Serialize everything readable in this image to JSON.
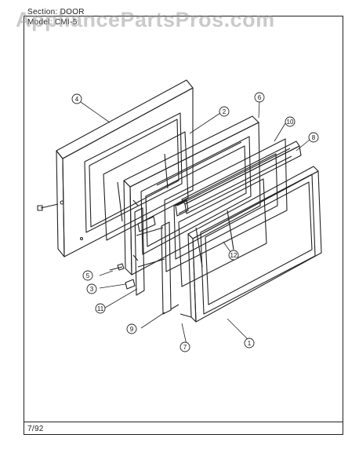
{
  "header": {
    "section": "Section:  DOOR",
    "model": "Model:  CMI-5"
  },
  "watermark": "AppliancePartsPros.com",
  "footer": {
    "page_code": "7/92"
  },
  "callouts": [
    "1",
    "2",
    "3",
    "4",
    "5",
    "6",
    "7",
    "8",
    "9",
    "10",
    "11",
    "12"
  ],
  "colors": {
    "line": "#222222",
    "watermark": "#969696"
  }
}
